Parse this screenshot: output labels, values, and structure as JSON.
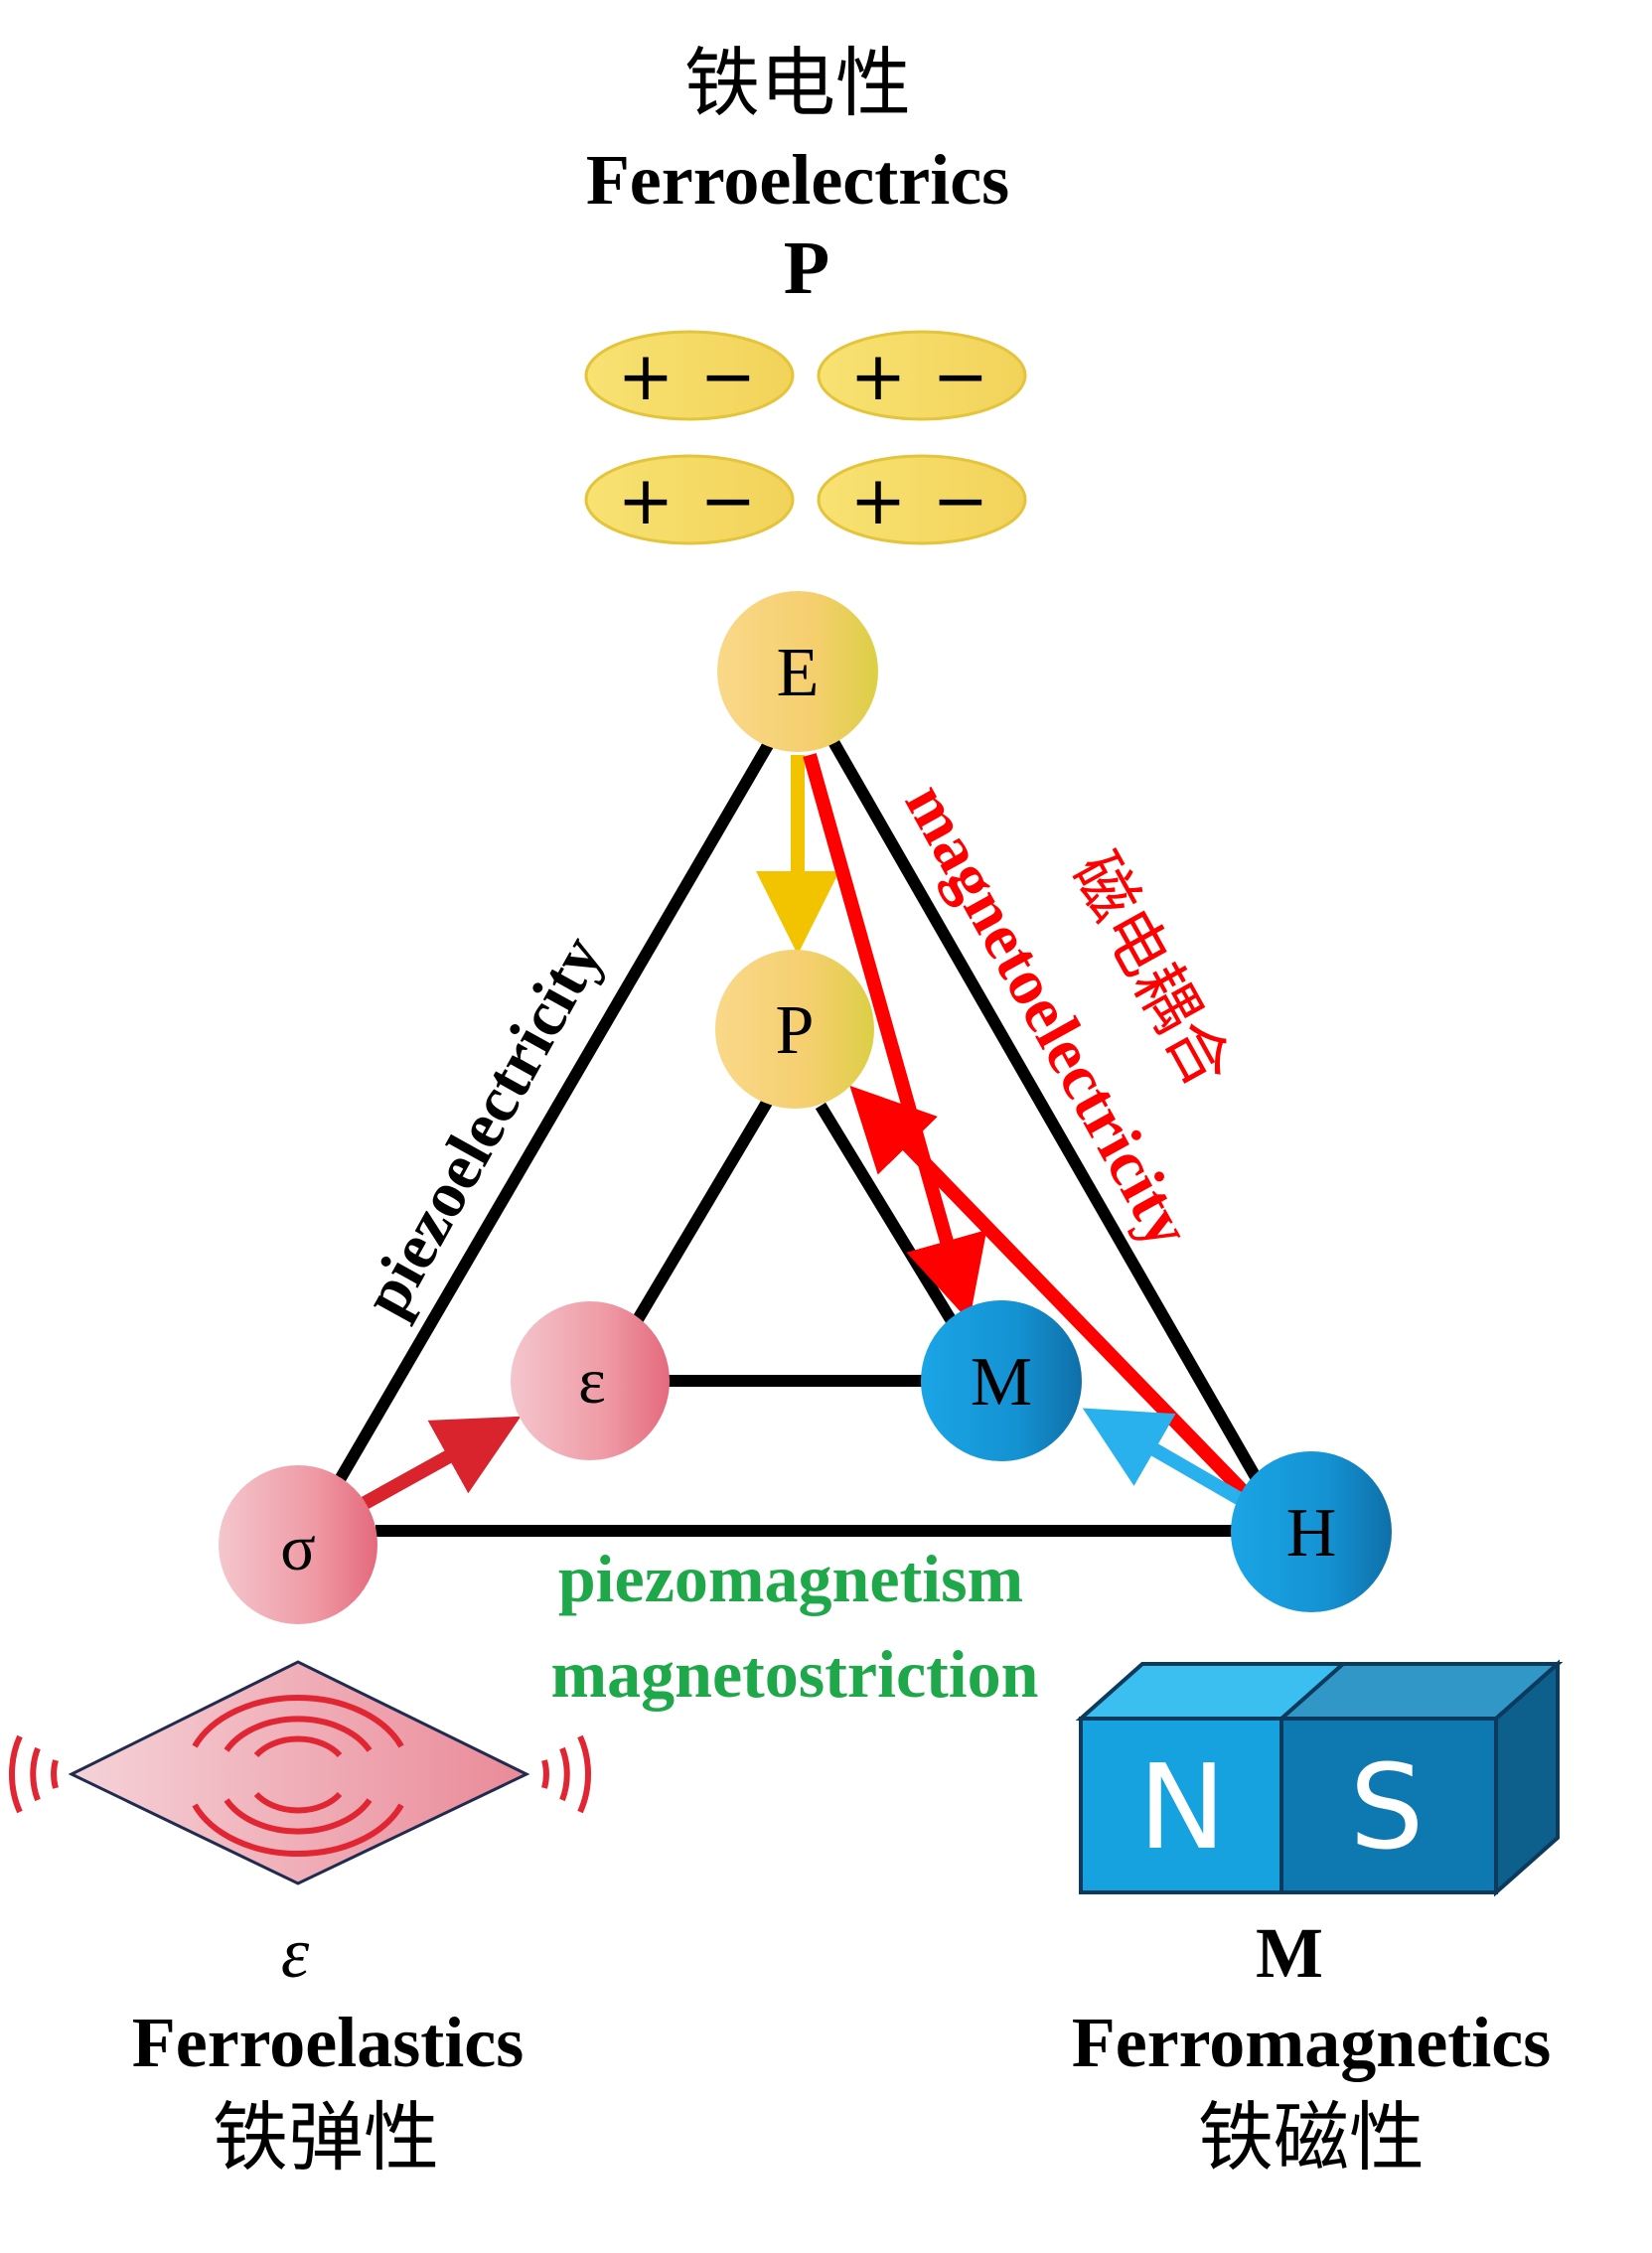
{
  "ferroelectrics": {
    "title_cn": "铁电性",
    "title_en": "Ferroelectrics",
    "symbol": "P",
    "dipole_plus": "+",
    "dipole_minus": "−"
  },
  "ferroelastics": {
    "symbol": "ε",
    "title_en": "Ferroelastics",
    "title_cn": "铁弹性"
  },
  "ferromagnetics": {
    "symbol": "M",
    "title_en": "Ferromagnetics",
    "title_cn": "铁磁性",
    "magnet_n": "N",
    "magnet_s": "S"
  },
  "nodes": {
    "E": "E",
    "P": "P",
    "epsilon": "ε",
    "M": "M",
    "sigma": "σ",
    "H": "H"
  },
  "couplings": {
    "piezoelectricity": "piezoelectricity",
    "magnetoelectricity": "magnetoelectricity",
    "magnetoelectric_cn": "磁电耦合",
    "piezomagnetism": "piezomagnetism",
    "magnetostriction": "magnetostriction"
  },
  "colors": {
    "ferroelectric_yellow": "#f5d77a",
    "elastic_pink": "#ef9aa5",
    "magnetic_blue": "#1496d8",
    "coupling_red": "#ff0000",
    "piezomagnetic_green": "#1fa84a"
  }
}
